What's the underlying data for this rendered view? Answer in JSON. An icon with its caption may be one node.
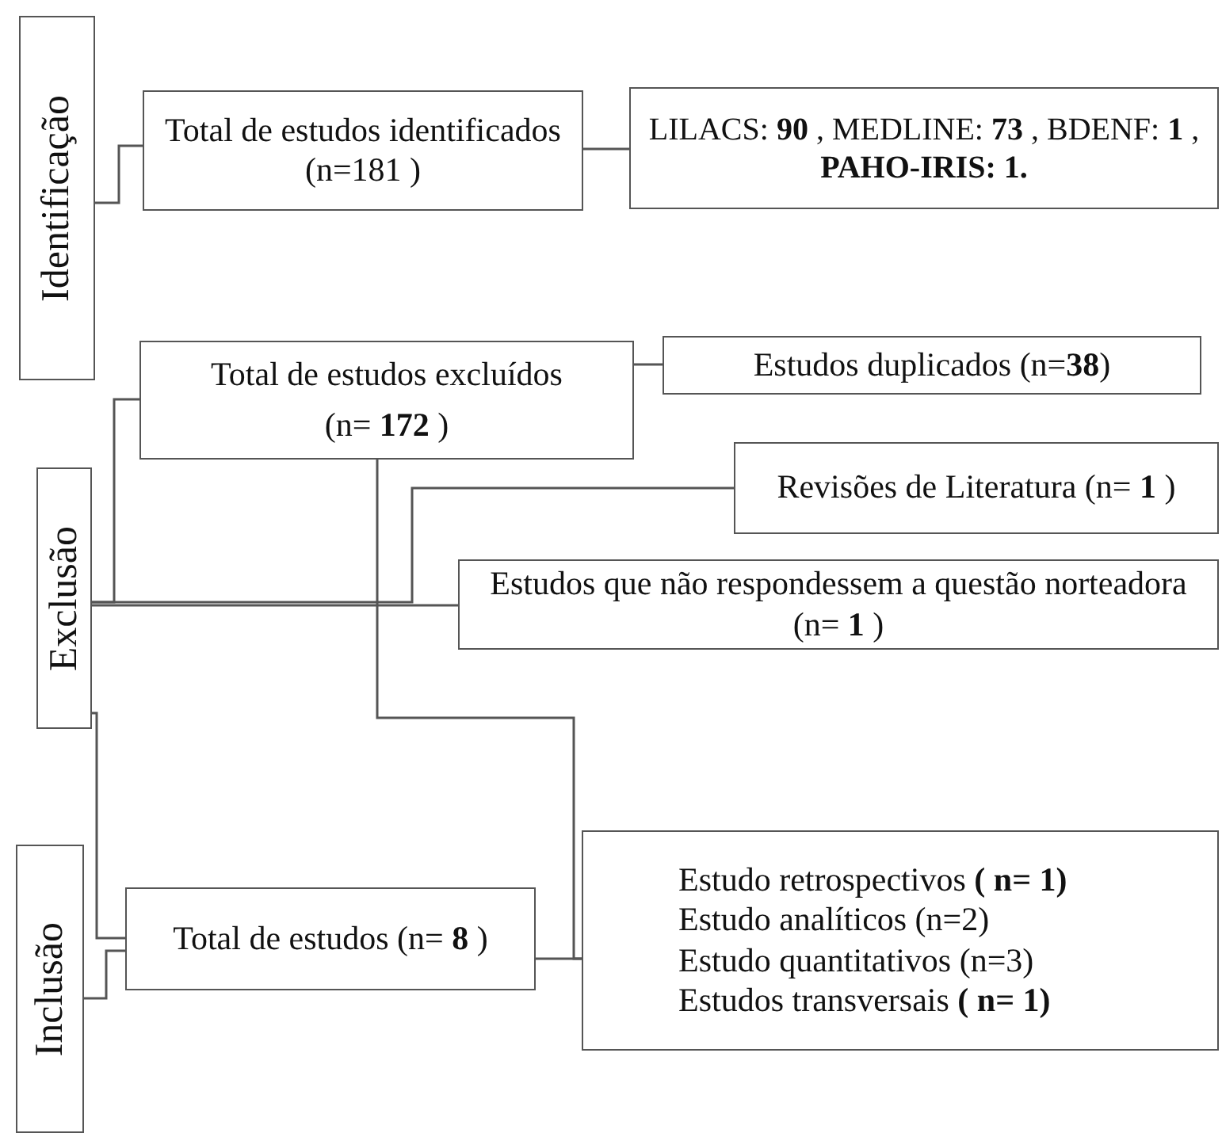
{
  "diagram": {
    "nodes": [
      {
        "text": [
          "Identificação"
        ]
      },
      {
        "text": [
          "Total de estudos identificados (n=181 )"
        ]
      },
      {
        "text": [
          "LILACS: **90** , MEDLINE: **73** , BDENF: **1** , **PAHO-IRIS: 1.**"
        ]
      },
      {
        "text": [
          "Exclusão"
        ]
      },
      {
        "text": [
          "Total de estudos excluídos",
          "(n= **172** )"
        ]
      },
      {
        "text": [
          "Estudos duplicados (n=**38**)"
        ]
      },
      {
        "text": [
          "Revisões de Literatura (n= **1** )"
        ]
      },
      {
        "text": [
          "Estudos que não respondessem a questão norteadora (n= **1** )"
        ]
      },
      {
        "text": [
          "Inclusão"
        ]
      },
      {
        "text": [
          "Total de estudos (n= **8** )"
        ]
      },
      {
        "text": [
          "Estudo retrospectivos **( n= 1)**",
          "Estudo analíticos (n=2)",
          "Estudo quantitativos (n=3)",
          "Estudos transversais **( n= 1)**"
        ]
      }
    ],
    "edges": [
      {
        "from": 0,
        "to": 1,
        "arrow": "none"
      },
      {
        "from": 1,
        "to": 2,
        "arrow": "none"
      },
      {
        "from": 3,
        "to": 4,
        "arrow": "none"
      },
      {
        "from": 4,
        "to": 5,
        "arrow": "none"
      },
      {
        "from": 3,
        "to": 6,
        "arrow": "none"
      },
      {
        "from": 3,
        "to": 7,
        "arrow": "none"
      },
      {
        "from": 4,
        "to": 10,
        "arrow": "none"
      },
      {
        "from": 9,
        "to": 10,
        "arrow": "none"
      },
      {
        "from": 3,
        "to": 9,
        "arrow": "none"
      },
      {
        "from": 8,
        "to": 9,
        "arrow": "none"
      }
    ]
  }
}
